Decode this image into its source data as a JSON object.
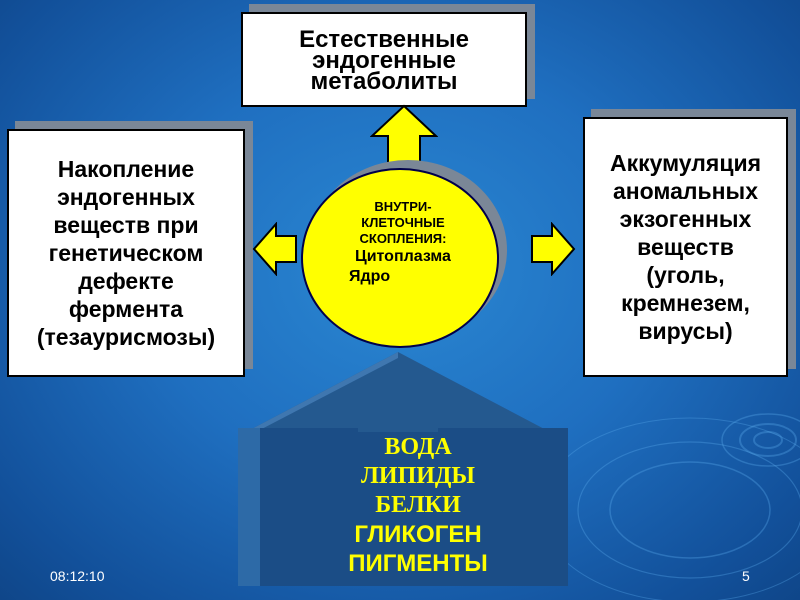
{
  "top_box": {
    "lines": [
      "Естественные",
      "эндогенные",
      "метаболиты"
    ]
  },
  "left_box": {
    "lines": [
      "Накопление",
      "эндогенных",
      "веществ при",
      "генетическом",
      "дефекте",
      "фермента",
      "(тезаурисмозы)"
    ]
  },
  "right_box": {
    "lines": [
      "Аккумуляция",
      "аномальных",
      "экзогенных",
      "веществ",
      "(уголь,",
      "кремнезем,",
      "вирусы)"
    ]
  },
  "center": {
    "line1": "ВНУТРИ-",
    "line2": "КЛЕТОЧНЫЕ",
    "line3": "СКОПЛЕНИЯ:",
    "line4": "Цитоплазма",
    "line5": "Ядро"
  },
  "bottom": {
    "items": [
      "ВОДА",
      "ЛИПИДЫ",
      "БЕЛКИ",
      "ГЛИКОГЕН",
      "ПИГМЕНТЫ"
    ]
  },
  "footer": {
    "time": "08:12:10",
    "slide_number": "5"
  },
  "colors": {
    "arrow_yellow": "#ffff00",
    "oval_fill": "#ffff00",
    "bottom_arrow": "#1b4d86",
    "background": "#1f6fc0"
  }
}
